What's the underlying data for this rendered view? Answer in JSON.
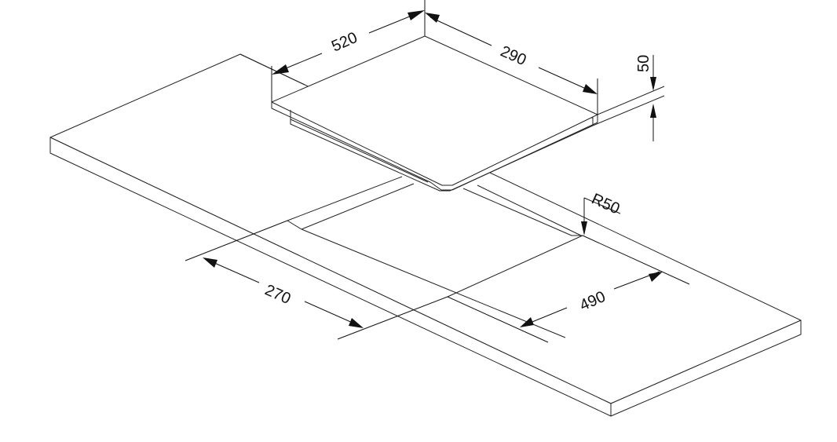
{
  "dimensions": {
    "hob_depth": "520",
    "hob_width": "290",
    "worktop_thickness": "50",
    "corner_radius": "R50",
    "cutout_width": "270",
    "cutout_depth": "490"
  },
  "colors": {
    "line": "#222222",
    "background": "#ffffff"
  }
}
